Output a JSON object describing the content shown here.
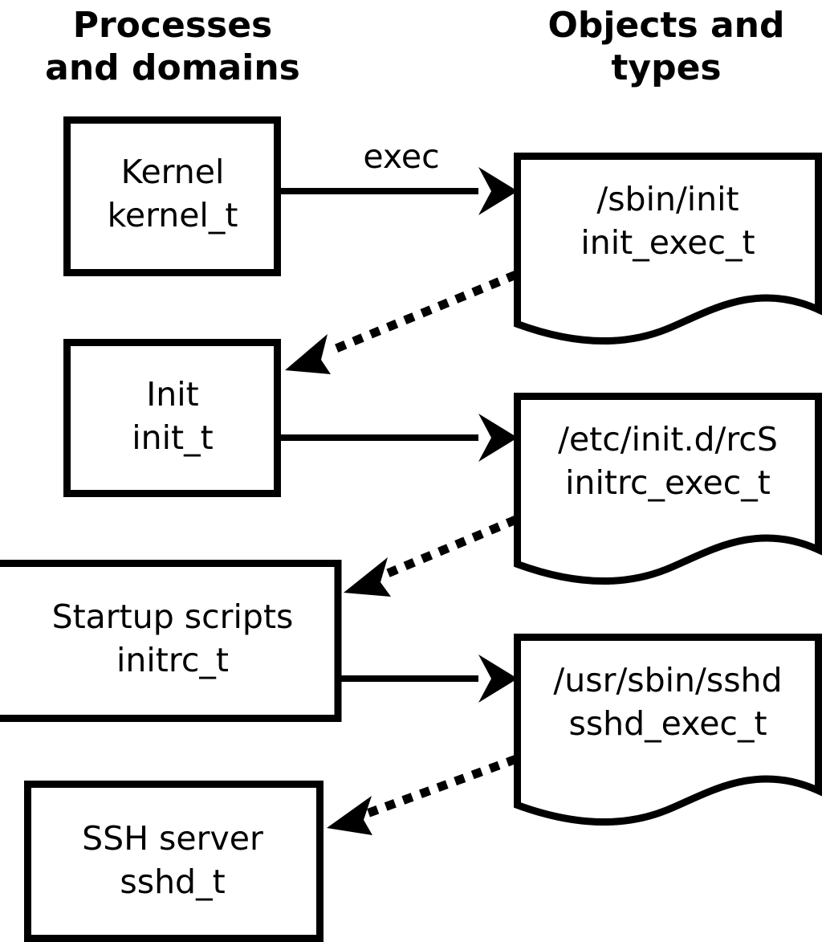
{
  "diagram": {
    "title_columns": {
      "left": "Processes\nand domains",
      "left_line1": "Processes",
      "left_line2": "and domains",
      "right": "Objects and\ntypes",
      "right_line1": "Objects and",
      "right_line2": "types"
    },
    "colors": {
      "stroke": "#000000",
      "fill": "#ffffff",
      "text": "#000000"
    },
    "process_nodes": [
      {
        "id": "kernel",
        "line1": "Kernel",
        "line2": "kernel_t"
      },
      {
        "id": "init",
        "line1": "Init",
        "line2": "init_t"
      },
      {
        "id": "initrc",
        "line1": "Startup scripts",
        "line2": "initrc_t"
      },
      {
        "id": "sshd",
        "line1": "SSH server",
        "line2": "sshd_t"
      }
    ],
    "object_nodes": [
      {
        "id": "init_exec",
        "line1": "/sbin/init",
        "line2": "init_exec_t"
      },
      {
        "id": "initrc_exec",
        "line1": "/etc/init.d/rcS",
        "line2": "initrc_exec_t"
      },
      {
        "id": "sshd_exec",
        "line1": "/usr/sbin/sshd",
        "line2": "sshd_exec_t"
      }
    ],
    "edges": [
      {
        "id": "kernel-exec-init",
        "from": "kernel",
        "to": "init_exec",
        "label": "exec",
        "style": "solid"
      },
      {
        "id": "initexec-transition-init",
        "from": "init_exec",
        "to": "init",
        "label": "",
        "style": "dotted"
      },
      {
        "id": "init-exec-initrc",
        "from": "init",
        "to": "initrc_exec",
        "label": "",
        "style": "solid"
      },
      {
        "id": "initrcexec-transition-initrc",
        "from": "initrc_exec",
        "to": "initrc",
        "label": "",
        "style": "dotted"
      },
      {
        "id": "initrc-exec-sshd",
        "from": "initrc",
        "to": "sshd_exec",
        "label": "",
        "style": "solid"
      },
      {
        "id": "sshdexec-transition-sshd",
        "from": "sshd_exec",
        "to": "sshd",
        "label": "",
        "style": "dotted"
      }
    ]
  }
}
